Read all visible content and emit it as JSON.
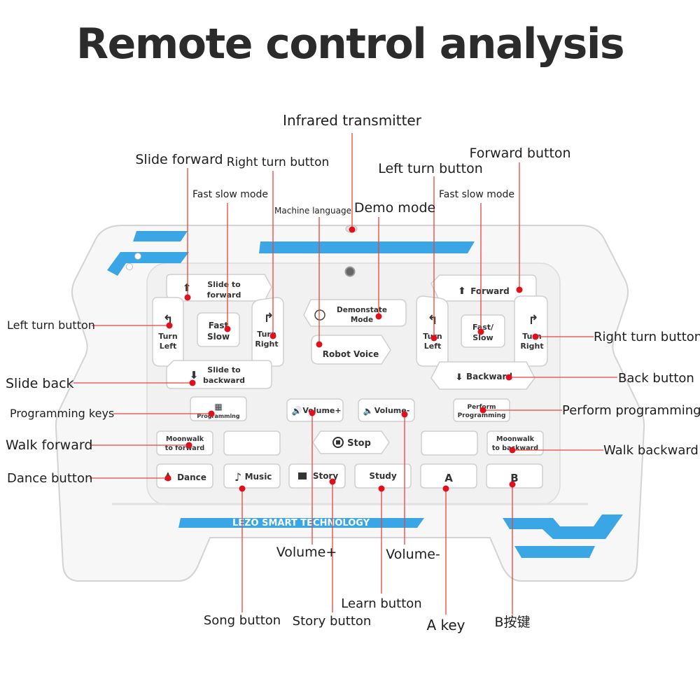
{
  "title": "Remote control analysis",
  "colors": {
    "accent_blue": "#3aa6e6",
    "callout_line": "#e8453c",
    "callout_dot": "#e0111d",
    "body": "#f7f7f7"
  },
  "brand": "LEZO SMART TECHNOLOGY",
  "keys": {
    "slide_forward": [
      "Slide to",
      "forward"
    ],
    "turn_left_l": [
      "Turn",
      "Left"
    ],
    "fast_slow_l": [
      "Fast",
      "Slow"
    ],
    "turn_right_l": [
      "Turn",
      "Right"
    ],
    "demo": [
      "Demonstate",
      "Mode"
    ],
    "robot_voice": "Robot Voice",
    "forward": "Forward",
    "turn_left_r": [
      "Turn",
      "Left"
    ],
    "fast_slow_r": [
      "Fast/",
      "Slow"
    ],
    "turn_right_r": [
      "Turn",
      "Right"
    ],
    "slide_backward": [
      "Slide to",
      "backward"
    ],
    "backward": "Backward",
    "programming": "Programming",
    "volume_up": "Volume+",
    "volume_down": "Volume-",
    "perform_programming": [
      "Perform",
      "Programming"
    ],
    "moonwalk_forward": [
      "Moonwalk",
      "to forward"
    ],
    "stop": "Stop",
    "moonwalk_backward": [
      "Moonwalk",
      "to backward"
    ],
    "dance": "Dance",
    "music": "Music",
    "story": "Story",
    "study": "Study",
    "a": "A",
    "b": "B"
  },
  "callouts": {
    "infrared_transmitter": "Infrared transmitter",
    "slide_forward": "Slide forward",
    "right_turn_top": "Right turn button",
    "fast_slow_left": "Fast slow mode",
    "machine_language": "Machine language",
    "demo_mode": "Demo mode",
    "left_turn_top": "Left turn button",
    "fast_slow_right": "Fast slow mode",
    "forward_button": "Forward button",
    "left_turn_side": "Left turn button",
    "right_turn_side": "Right turn button",
    "slide_back": "Slide back",
    "back_button": "Back button",
    "programming_keys": "Programming keys",
    "perform_programming": "Perform programming",
    "walk_forward": "Walk forward",
    "walk_backward": "Walk backward",
    "dance_button": "Dance button",
    "volume_plus": "Volume+",
    "volume_minus": "Volume-",
    "learn_button": "Learn button",
    "song_button": "Song button",
    "story_button": "Story button",
    "a_key": "A key",
    "b_key": "B按键"
  }
}
